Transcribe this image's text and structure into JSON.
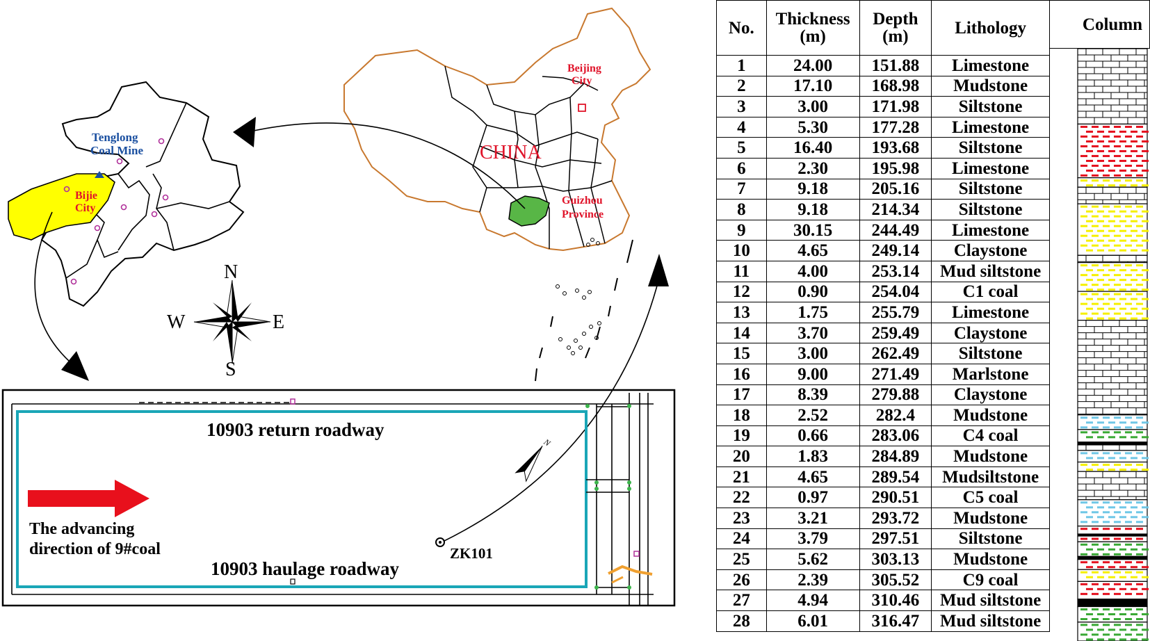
{
  "labels": {
    "tenglong": "Tenglong Coal Mine",
    "bijie_line1": "Bijie",
    "bijie_line2": "City",
    "beijing_line1": "Beijing",
    "beijing_line2": "City",
    "china": "CHINA",
    "guizhou_line1": "Guizhou",
    "guizhou_line2": "Province",
    "compass_n": "N",
    "compass_s": "S",
    "compass_e": "E",
    "compass_w": "W",
    "return_roadway": "10903 return roadway",
    "haulage_roadway": "10903 haulage roadway",
    "advancing_line1": "The advancing",
    "advancing_line2": "direction of 9#coal",
    "borehole": "ZK101",
    "north_small": "N"
  },
  "colors": {
    "bijie_fill": "#ffff00",
    "guizhou_fill": "#58b646",
    "china_border": "#c8782e",
    "label_red": "#e0142a",
    "label_blue": "#1a4fa0",
    "roadway_cyan": "#1aa6b7",
    "arrow_red": "#e8101c",
    "dot_magenta": "#b0309a",
    "junction_green": "#3cb44b",
    "limestone": "#000000",
    "mudstone": "#e5101e",
    "siltstone": "#f5f000",
    "claystone": "#6fc7e6",
    "coal": "#000000",
    "mud_siltstone": "#3aa935",
    "marlstone": "#000000"
  },
  "table": {
    "headers": {
      "no": "No.",
      "thickness_line1": "Thickness",
      "thickness_line2": "(m)",
      "depth_line1": "Depth",
      "depth_line2": "(m)",
      "lithology": "Lithology",
      "column": "Column"
    },
    "rows": [
      {
        "no": "1",
        "thickness": "24.00",
        "depth": "151.88",
        "lithology": "Limestone"
      },
      {
        "no": "2",
        "thickness": "17.10",
        "depth": "168.98",
        "lithology": "Mudstone"
      },
      {
        "no": "3",
        "thickness": "3.00",
        "depth": "171.98",
        "lithology": "Siltstone"
      },
      {
        "no": "4",
        "thickness": "5.30",
        "depth": "177.28",
        "lithology": "Limestone"
      },
      {
        "no": "5",
        "thickness": "16.40",
        "depth": "193.68",
        "lithology": "Siltstone"
      },
      {
        "no": "6",
        "thickness": "2.30",
        "depth": "195.98",
        "lithology": "Limestone"
      },
      {
        "no": "7",
        "thickness": "9.18",
        "depth": "205.16",
        "lithology": "Siltstone"
      },
      {
        "no": "8",
        "thickness": "9.18",
        "depth": "214.34",
        "lithology": "Siltstone"
      },
      {
        "no": "9",
        "thickness": "30.15",
        "depth": "244.49",
        "lithology": "Limestone"
      },
      {
        "no": "10",
        "thickness": "4.65",
        "depth": "249.14",
        "lithology": "Claystone"
      },
      {
        "no": "11",
        "thickness": "4.00",
        "depth": "253.14",
        "lithology": "Mud siltstone"
      },
      {
        "no": "12",
        "thickness": "0.90",
        "depth": "254.04",
        "lithology": "C1 coal"
      },
      {
        "no": "13",
        "thickness": "1.75",
        "depth": "255.79",
        "lithology": "Limestone"
      },
      {
        "no": "14",
        "thickness": "3.70",
        "depth": "259.49",
        "lithology": "Claystone"
      },
      {
        "no": "15",
        "thickness": "3.00",
        "depth": "262.49",
        "lithology": "Siltstone"
      },
      {
        "no": "16",
        "thickness": "9.00",
        "depth": "271.49",
        "lithology": "Marlstone"
      },
      {
        "no": "17",
        "thickness": "8.39",
        "depth": "279.88",
        "lithology": "Claystone"
      },
      {
        "no": "18",
        "thickness": "2.52",
        "depth": "282.4",
        "lithology": "Mudstone"
      },
      {
        "no": "19",
        "thickness": "0.66",
        "depth": "283.06",
        "lithology": "C4 coal"
      },
      {
        "no": "20",
        "thickness": "1.83",
        "depth": "284.89",
        "lithology": "Mudstone"
      },
      {
        "no": "21",
        "thickness": "4.65",
        "depth": "289.54",
        "lithology": "Mudsiltstone"
      },
      {
        "no": "22",
        "thickness": "0.97",
        "depth": "290.51",
        "lithology": "C5 coal"
      },
      {
        "no": "23",
        "thickness": "3.21",
        "depth": "293.72",
        "lithology": "Mudstone"
      },
      {
        "no": "24",
        "thickness": "3.79",
        "depth": "297.51",
        "lithology": "Siltstone"
      },
      {
        "no": "25",
        "thickness": "5.62",
        "depth": "303.13",
        "lithology": "Mudstone"
      },
      {
        "no": "26",
        "thickness": "2.39",
        "depth": "305.52",
        "lithology": "C9 coal"
      },
      {
        "no": "27",
        "thickness": "4.94",
        "depth": "310.46",
        "lithology": "Mud siltstone"
      },
      {
        "no": "28",
        "thickness": "6.01",
        "depth": "316.47",
        "lithology": "Mud siltstone"
      }
    ]
  }
}
